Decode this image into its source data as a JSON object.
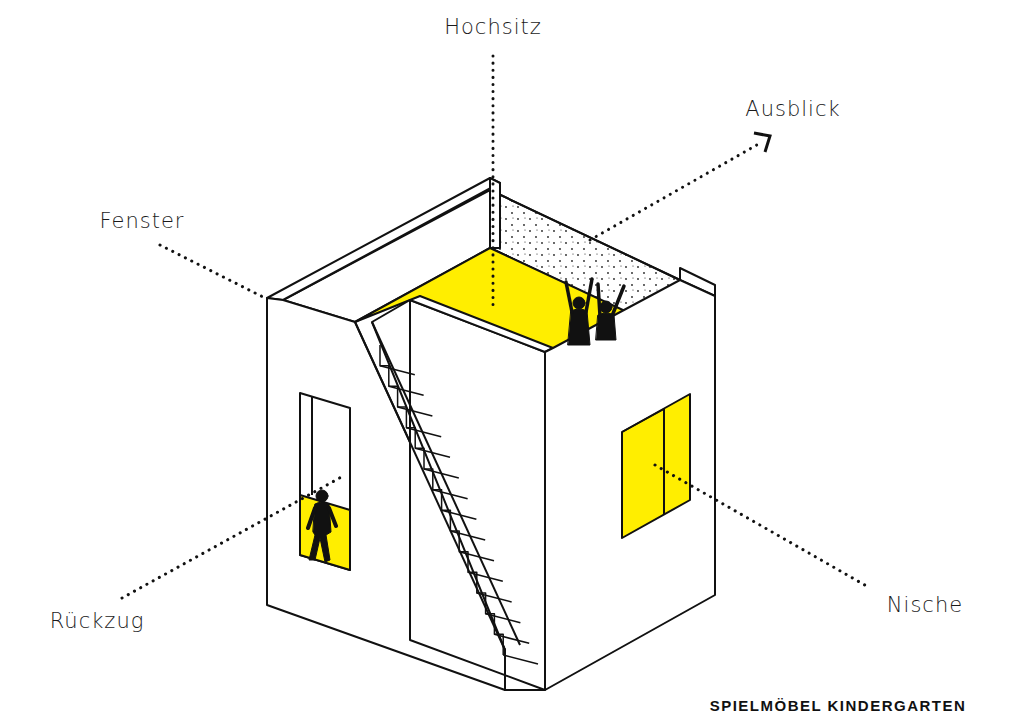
{
  "diagram": {
    "caption": "SPIELMÖBEL KINDERGARTEN",
    "labels": [
      "Hochsitz",
      "Ausblick",
      "Fenster",
      "Rückzug",
      "Nische"
    ]
  }
}
